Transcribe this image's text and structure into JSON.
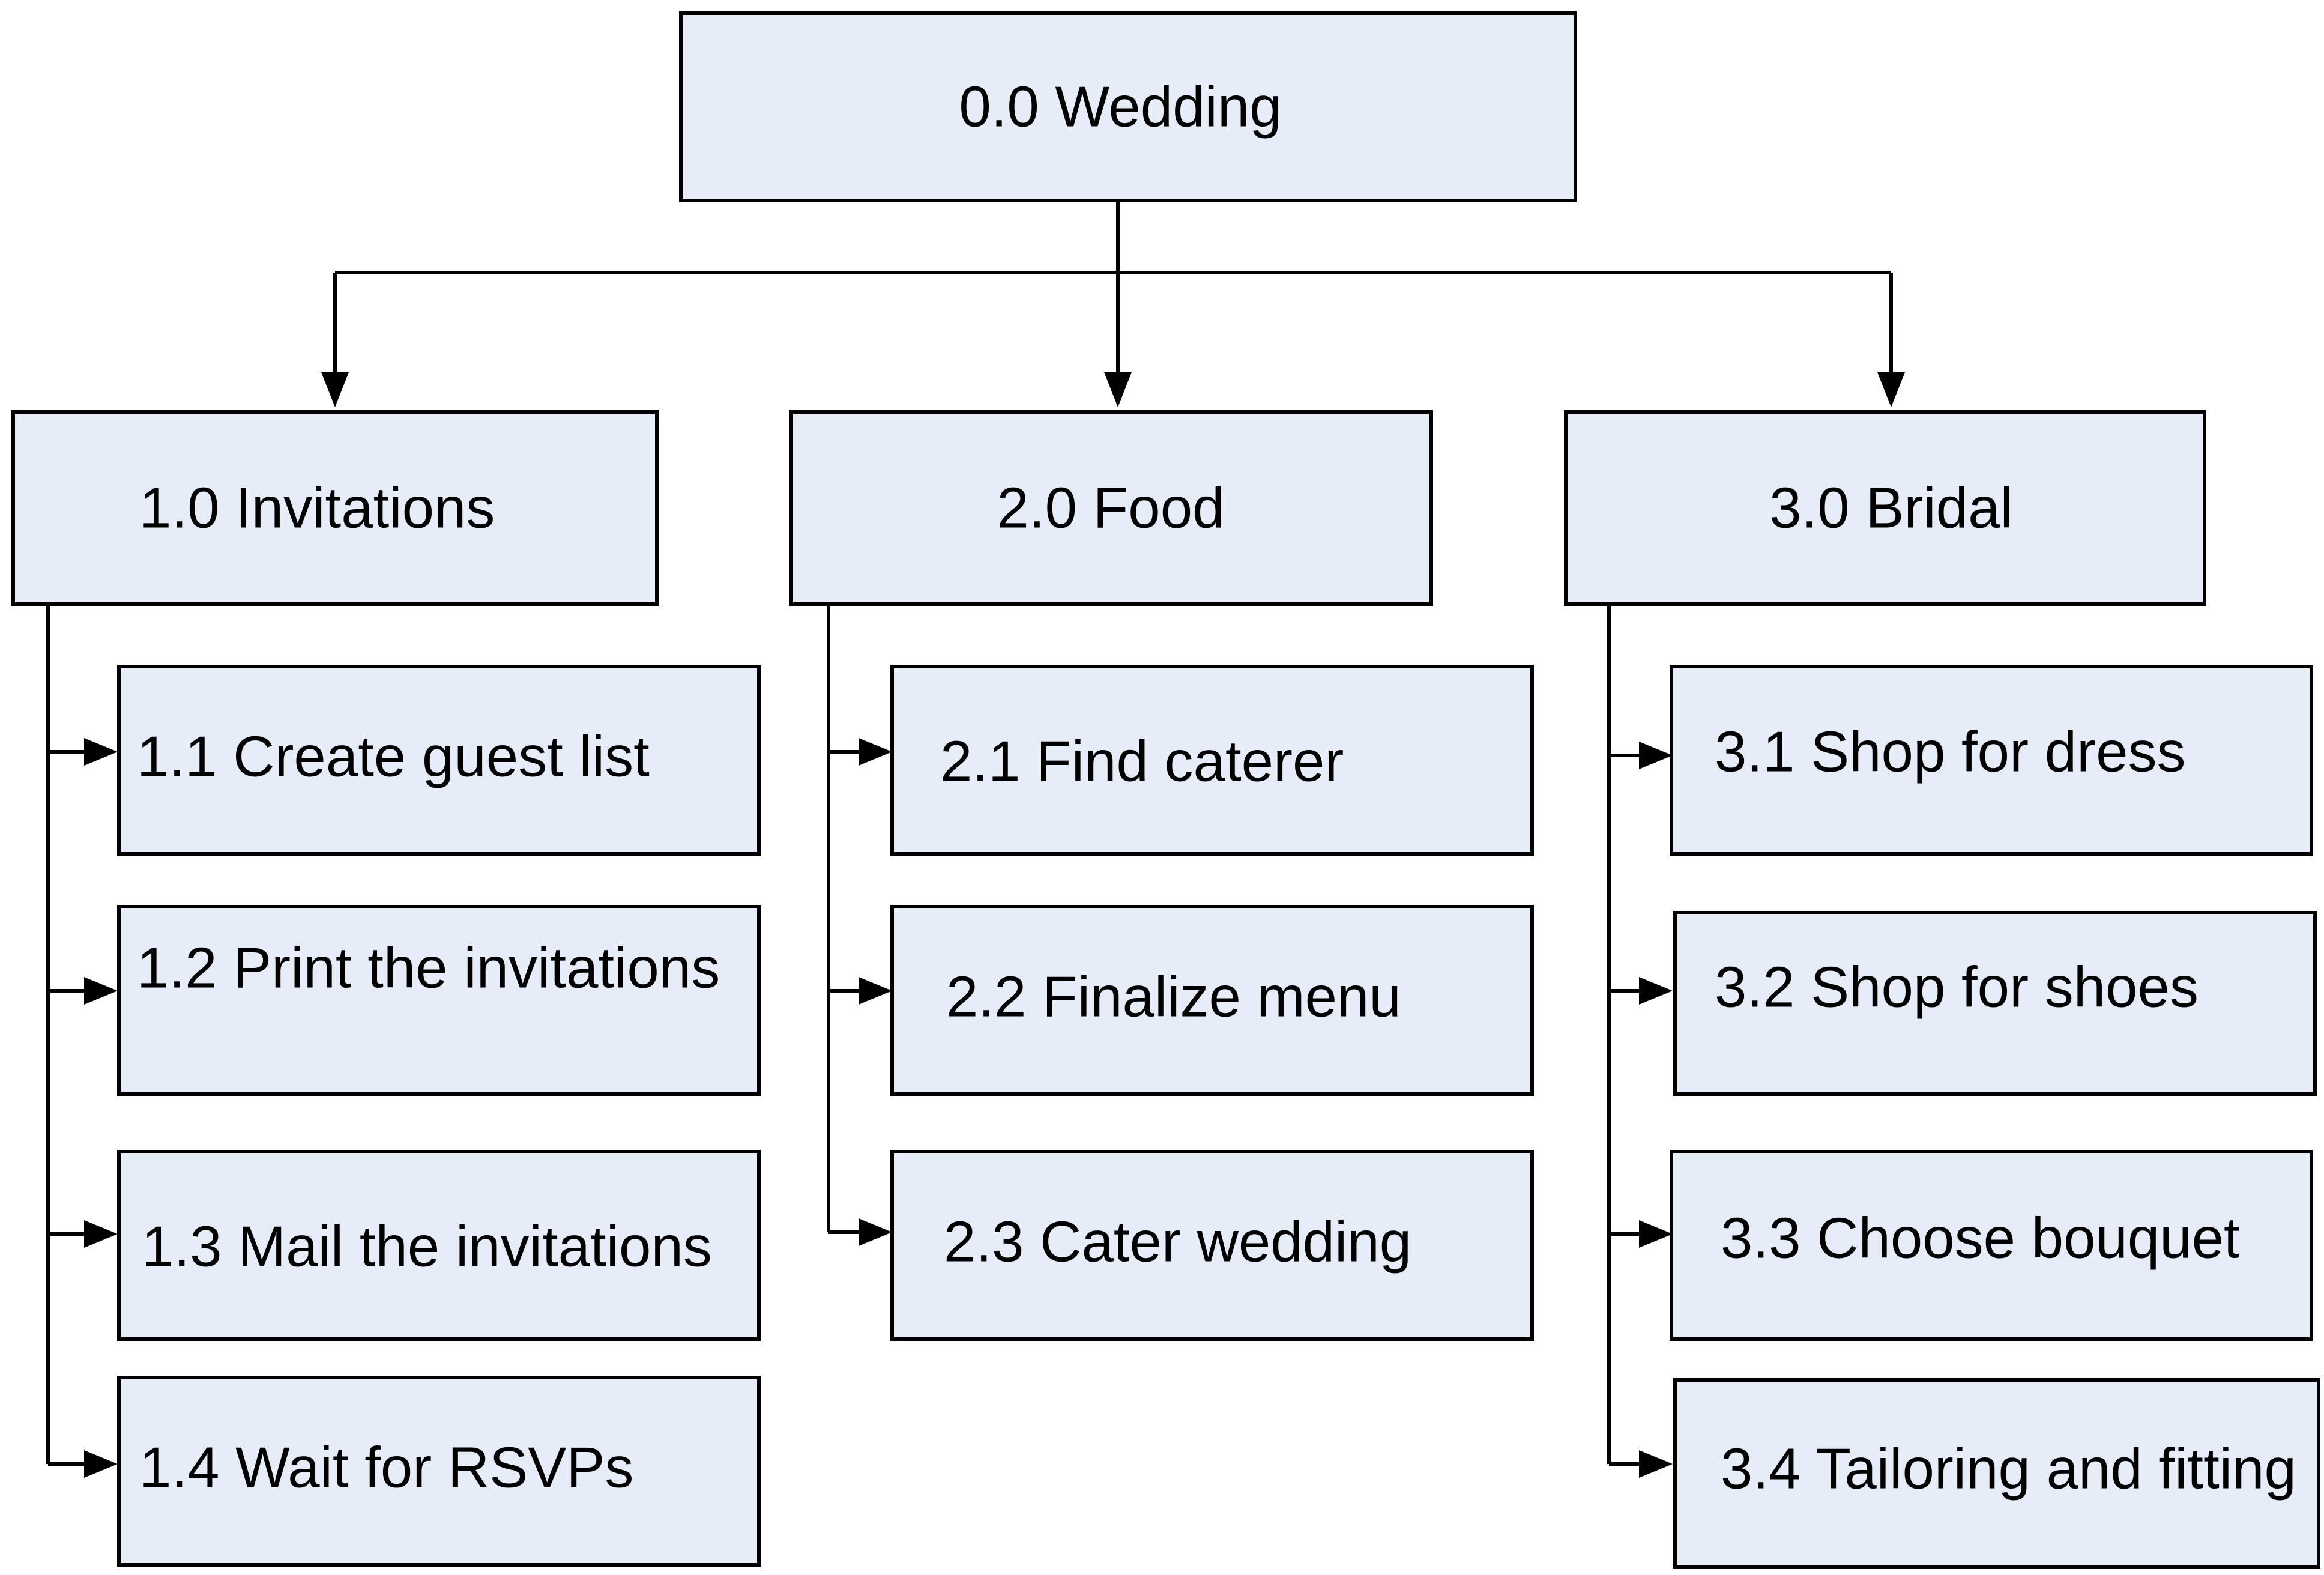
{
  "colors": {
    "node_fill": "#e6edf8",
    "node_stroke": "#000000",
    "line": "#000000"
  },
  "root": {
    "label": "0.0 Wedding"
  },
  "branches": [
    {
      "label": "1.0 Invitations",
      "children": [
        {
          "label": "1.1 Create guest list"
        },
        {
          "label": "1.2 Print the invitations"
        },
        {
          "label": "1.3 Mail the invitations"
        },
        {
          "label": "1.4 Wait for RSVPs"
        }
      ]
    },
    {
      "label": "2.0 Food",
      "children": [
        {
          "label": "2.1 Find caterer"
        },
        {
          "label": "2.2 Finalize menu"
        },
        {
          "label": "2.3 Cater wedding"
        }
      ]
    },
    {
      "label": "3.0 Bridal",
      "children": [
        {
          "label": "3.1 Shop for dress"
        },
        {
          "label": "3.2 Shop for shoes"
        },
        {
          "label": "3.3 Choose bouquet"
        },
        {
          "label": "3.4 Tailoring and fitting"
        }
      ]
    }
  ]
}
